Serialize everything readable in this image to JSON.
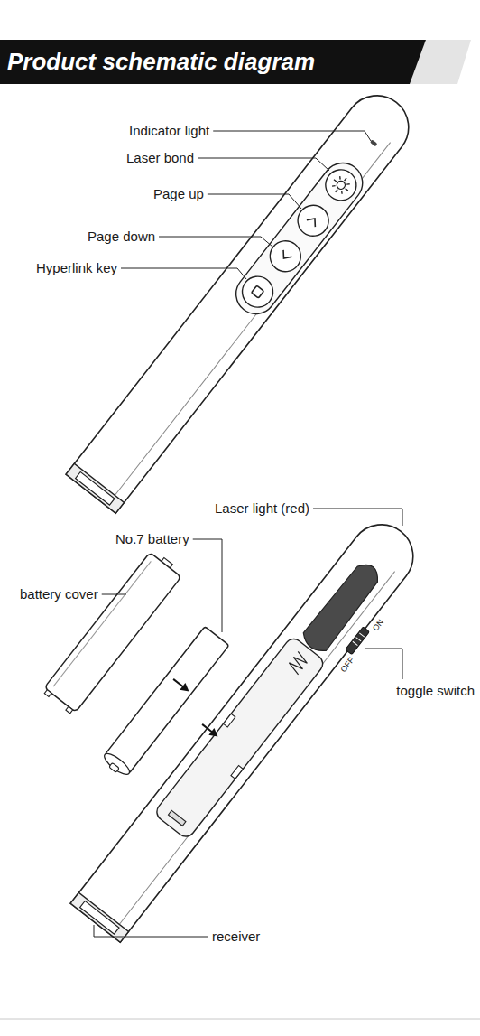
{
  "diagram": {
    "title": "Product schematic diagram",
    "labels": [
      "Indicator light",
      "Laser bond",
      "Page up",
      "Page down",
      "Hyperlink key",
      "Laser light (red)",
      "No.7 battery",
      "battery cover",
      "toggle switch",
      "receiver",
      "ON",
      "OFF"
    ]
  }
}
